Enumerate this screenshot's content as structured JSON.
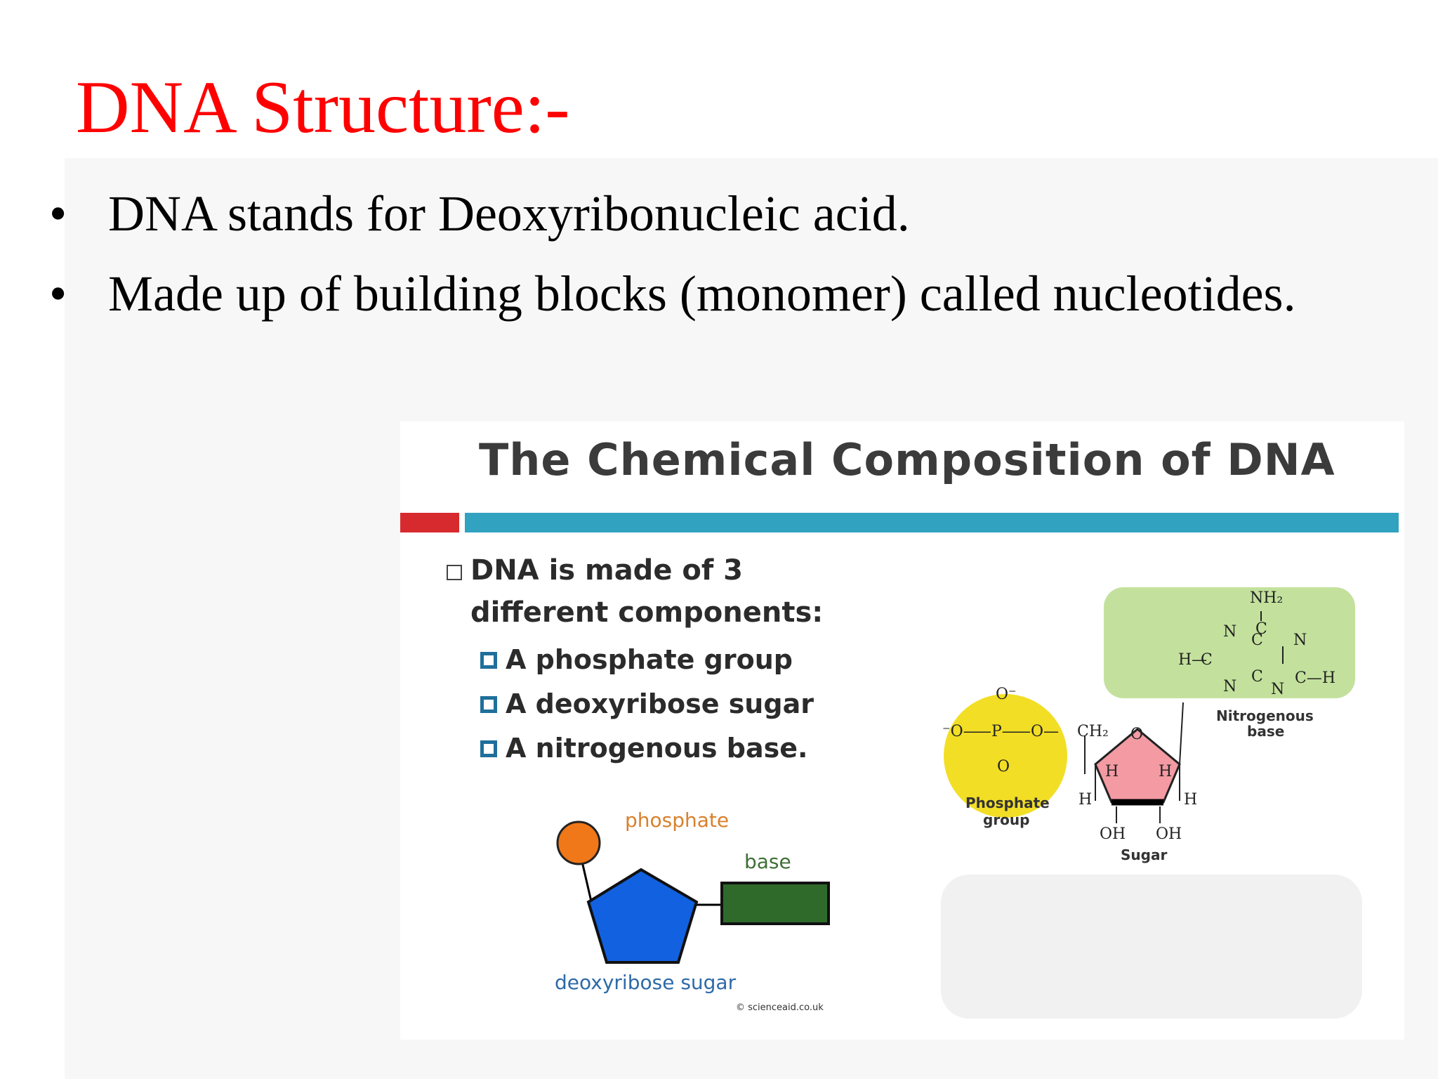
{
  "slide": {
    "title": "DNA Structure:-",
    "bullets": [
      "DNA stands for Deoxyribonucleic acid.",
      "Made up of building blocks (monomer) called nucleotides."
    ],
    "bullet_symbol": "•"
  },
  "figure": {
    "title": "The Chemical Composition of DNA",
    "intro": "DNA is made of 3 different components:",
    "components": [
      "A phosphate group",
      "A deoxyribose sugar",
      "A nitrogenous base."
    ],
    "simple_diagram": {
      "phosphate_label": "phosphate",
      "base_label": "base",
      "sugar_label": "deoxyribose sugar",
      "credit": "© scienceaid.co.uk",
      "colors": {
        "phosphate": "#f07818",
        "sugar": "#1261e0",
        "base": "#2f6a2a"
      }
    },
    "chemical_diagram": {
      "phosphate_label_1": "Phosphate",
      "phosphate_label_2": "group",
      "sugar_label": "Sugar",
      "base_label_1": "Nitrogenous",
      "base_label_2": "base",
      "atoms": {
        "nh2": "NH₂",
        "ch2": "CH₂",
        "o_minus": "O⁻",
        "p": "P",
        "o": "O",
        "n": "N",
        "c": "C",
        "h": "H",
        "oh": "OH",
        "o_bond_left": "⁻O—",
        "p_bond": "—P—",
        "o_bond_right": "—O—",
        "h_bond": "H—",
        "c_h": "C—H"
      },
      "colors": {
        "phosphate": "#f2de25",
        "sugar": "#f39aa3",
        "base": "#c3e19c"
      }
    }
  }
}
